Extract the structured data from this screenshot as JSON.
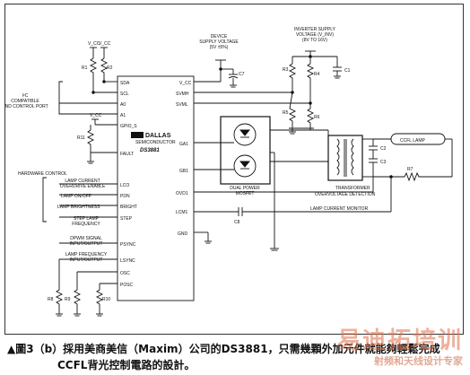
{
  "ic": {
    "logo": "DALLAS",
    "logo_sub": "SEMICONDUCTOR",
    "part": "DS3881",
    "pins_left": [
      "SDA",
      "SCL",
      "A0",
      "A1",
      "GPIO_S",
      "FAULT",
      "LCO",
      "PDN",
      "BRIGHT",
      "STEP",
      "PSYNC",
      "LSYNC",
      "OSC",
      "POSC"
    ],
    "pins_right": [
      "V_CC",
      "SVMH",
      "SVML",
      "GA1",
      "GB1",
      "OVD1",
      "LCM1",
      "GND"
    ]
  },
  "labels": {
    "vcc": "V_CC",
    "device_supply": "DEVICE\nSUPPLY VOLTAGE\n(5V ±5%)",
    "inverter_supply": "INVERTER SUPPLY\nVOLTAGE (V_INV)\n(8V TO 16V)",
    "i2c": "I²C\nCOMPATIBLE\nAND CONTROL PORT",
    "hardware_control": "HARDWARE CONTROL",
    "lamp_current_override": "LAMP CURRENT\nOVERDRIVE ENABLE",
    "lamp_onoff": "LAMP ON/OFF",
    "lamp_brightness": "LAMP BRIGHTNESS",
    "step_lamp": "STEP LAMP\nFREQUENCY",
    "dpwm_signal": "DPWM SIGNAL\nINPUT/OUTPUT",
    "lamp_freq": "LAMP FREQUENCY\nINPUT/OUTPUT",
    "dual_mosfet": "DUAL POWER\nMOSFET",
    "transformer": "TRANSFORMER",
    "ccfl_lamp": "CCFL LAMP",
    "overvoltage": "OVERVOLTAGE DETECTION",
    "lamp_current_monitor": "LAMP CURRENT MONITOR"
  },
  "components": {
    "r1": "R1",
    "r2": "R2",
    "r3": "R3",
    "r4": "R4",
    "r5": "R5",
    "r6": "R6",
    "r7": "R7",
    "r8": "R8",
    "r9": "R9",
    "r10": "R10",
    "r11": "R11",
    "c1": "C1",
    "c2": "C2",
    "c3": "C3",
    "c7": "C7",
    "c8": "C8"
  },
  "caption": {
    "line1": "▲圖3（b）採用美商美信（Maxim）公司的DS3881，只需幾顆外加元件就能夠輕鬆完成",
    "line2": "CCFL背光控制電路的設計。"
  },
  "watermark": {
    "main": "易迪拓培训",
    "sub": "射频和天线设计专家"
  }
}
